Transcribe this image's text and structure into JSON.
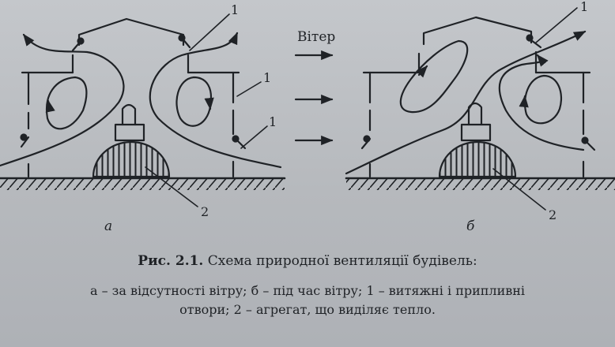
{
  "wind_label": "Вітер",
  "panel_a": {
    "letter": "а",
    "label_1_top": "1",
    "label_1_mid": "1",
    "label_1_low": "1",
    "label_2": "2"
  },
  "panel_b": {
    "letter": "б",
    "label_1_top": "1",
    "label_2": "2"
  },
  "caption": {
    "prefix": "Рис. 2.1.",
    "title": "Схема природної вентиляції будівель:",
    "line2": "а – за відсутності вітру; б – під час вітру; 1 – витяжні і припливні",
    "line3": "отвори; 2 – агрегат, що виділяє тепло."
  },
  "colors": {
    "ink": "#1f2226",
    "paper": "#bcbfc3"
  }
}
